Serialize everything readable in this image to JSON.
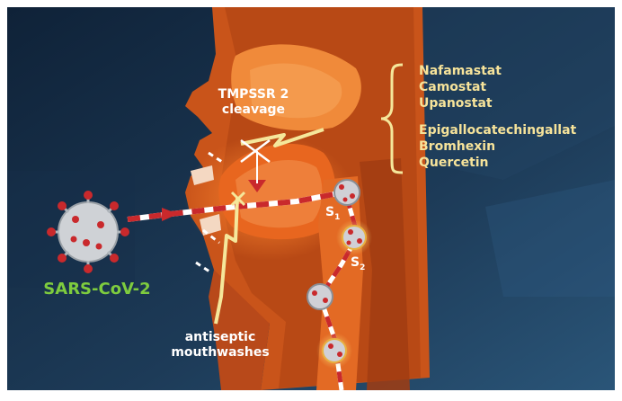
{
  "labels": {
    "virus": "SARS-CoV-2",
    "cleavage_line1": "TMPSSR 2",
    "cleavage_line2": "cleavage",
    "mouthwash_line1": "antiseptic",
    "mouthwash_line2": "mouthwashes",
    "s1_letter": "S",
    "s1_sub": "1",
    "s2_letter": "S",
    "s2_sub": "2"
  },
  "drugs_group_1": [
    "Nafamastat",
    "Camostat",
    "Upanostat"
  ],
  "drugs_group_2": [
    "Epigallocatechingallat",
    "Bromhexin",
    "Quercetin"
  ],
  "colors": {
    "background": "#1b3550",
    "tissue_orange": "#e8661f",
    "virus_red": "#c9292c",
    "arrow_yellow": "#f5e79b",
    "label_green": "#7ecc3e"
  }
}
